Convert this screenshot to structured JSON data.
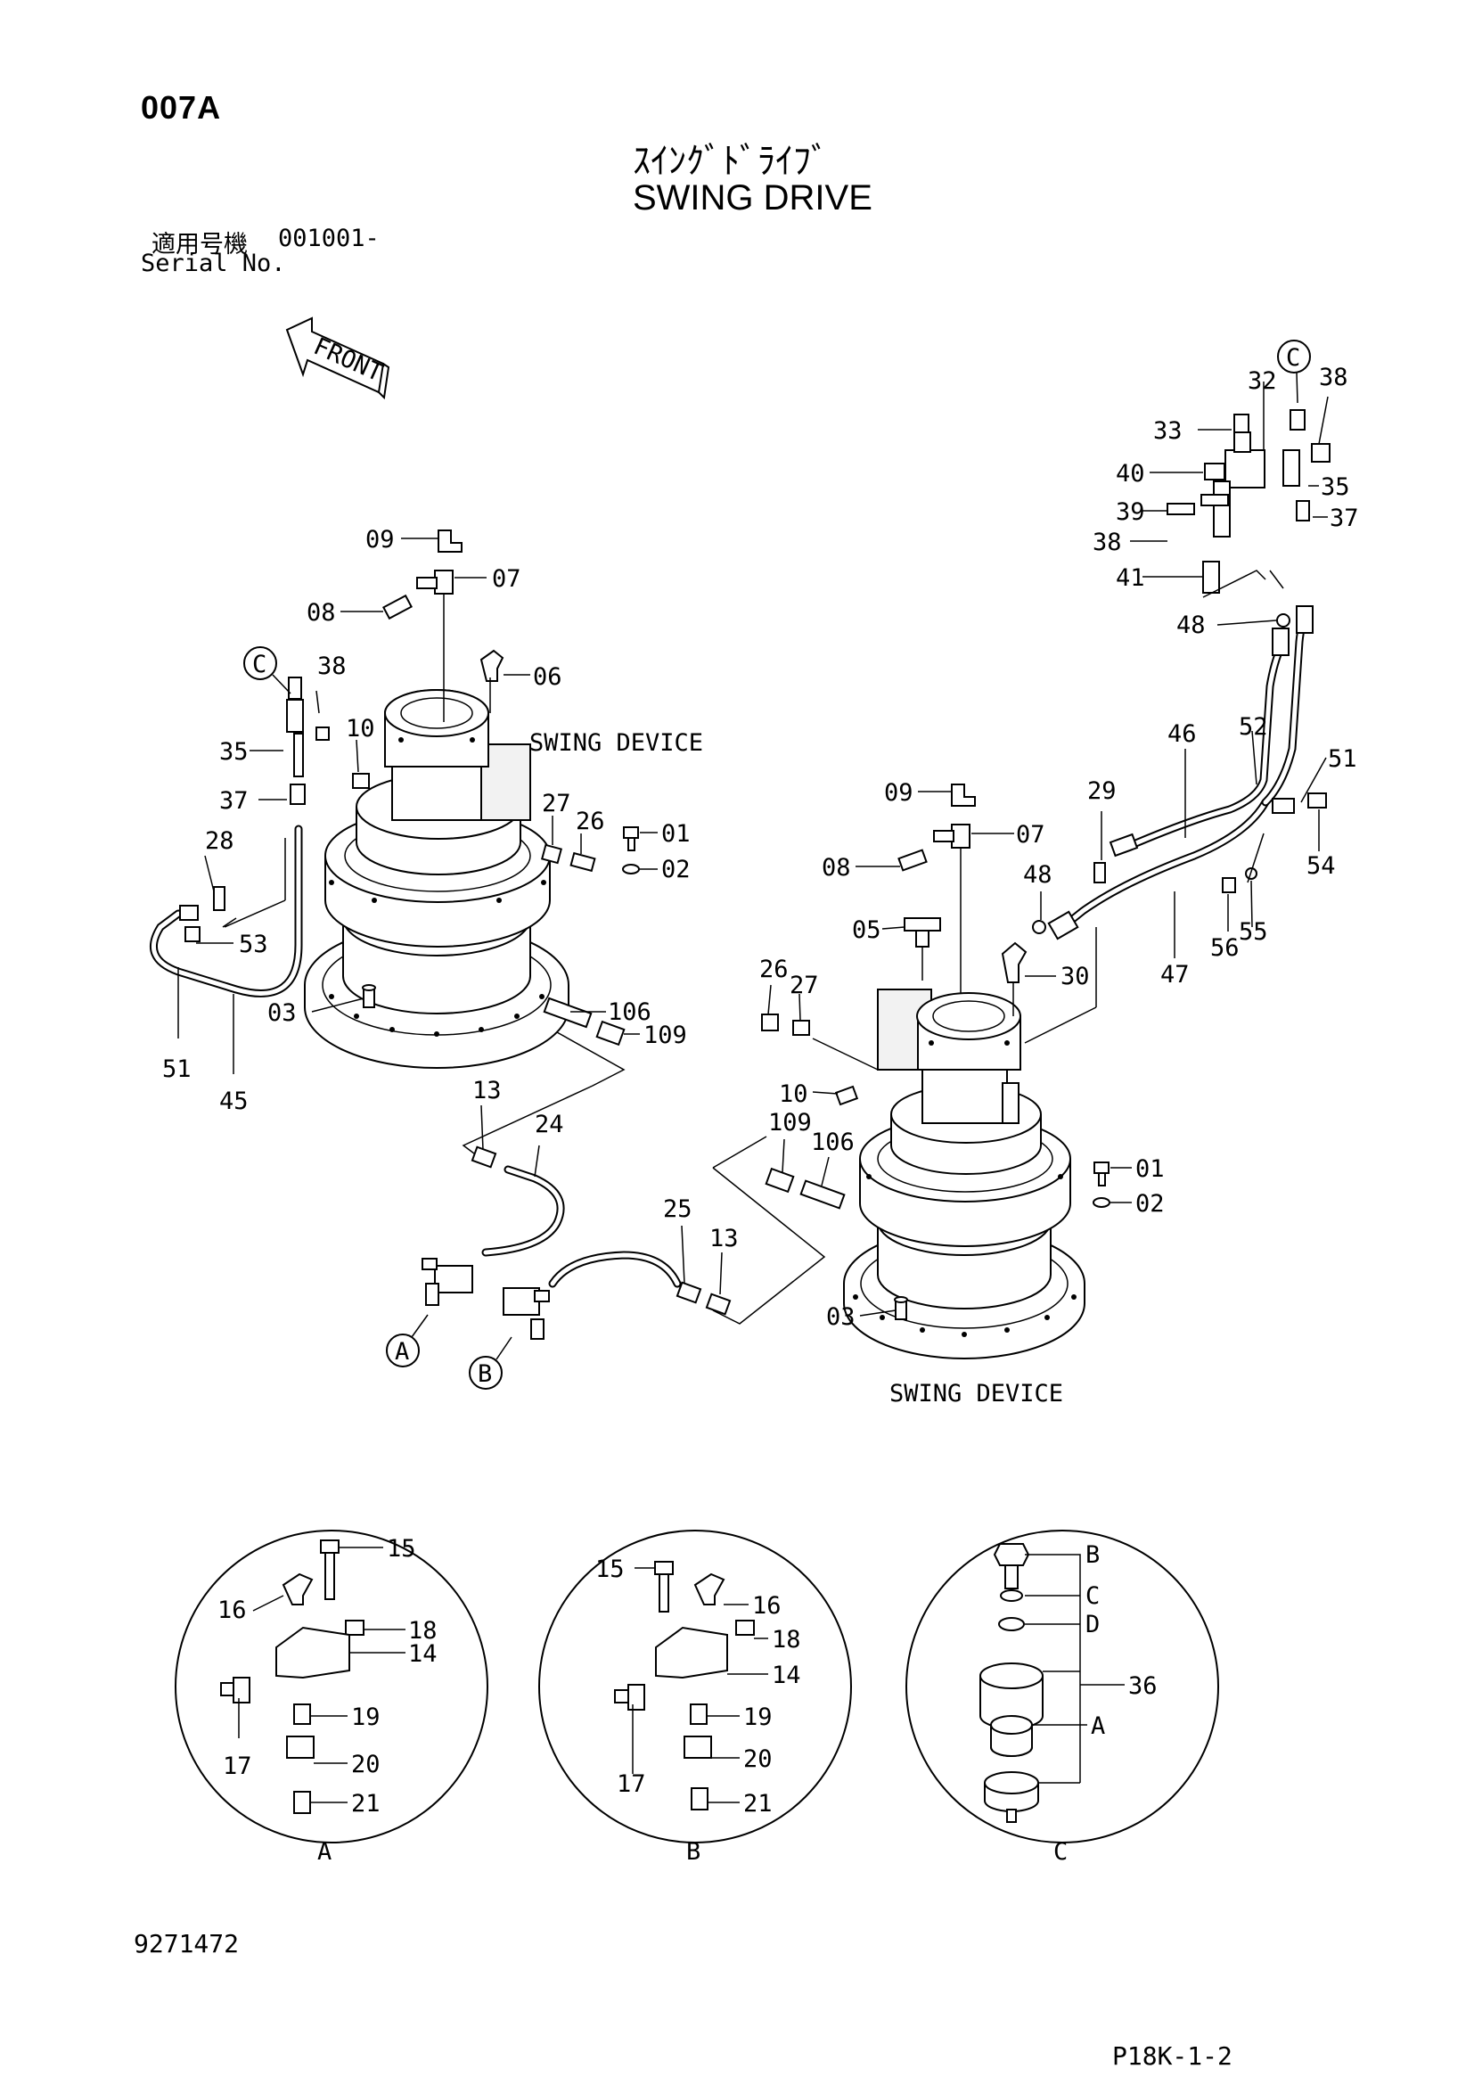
{
  "header": {
    "page_code": "007A",
    "title_jp": "ｽｲﾝｸﾞﾄﾞﾗｲﾌﾞ",
    "title_en": "SWING DRIVE",
    "serial_label_jp": "適用号機",
    "serial_value": "001001-",
    "serial_label_en": "Serial No."
  },
  "labels": {
    "front": "FRONT",
    "swing_device": "SWING DEVICE",
    "ref_a": "A",
    "ref_b": "B",
    "ref_c": "C",
    "detail_a": "A",
    "detail_b": "B",
    "detail_c": "C"
  },
  "callouts": {
    "n01": "01",
    "n02": "02",
    "n03": "03",
    "n05": "05",
    "n06": "06",
    "n07": "07",
    "n08": "08",
    "n09": "09",
    "n10": "10",
    "n13": "13",
    "n14": "14",
    "n15": "15",
    "n16": "16",
    "n17": "17",
    "n18": "18",
    "n19": "19",
    "n20": "20",
    "n21": "21",
    "n24": "24",
    "n25": "25",
    "n26": "26",
    "n27": "27",
    "n28": "28",
    "n29": "29",
    "n30": "30",
    "n32": "32",
    "n33": "33",
    "n35": "35",
    "n36": "36",
    "n37": "37",
    "n38": "38",
    "n39": "39",
    "n40": "40",
    "n41": "41",
    "n45": "45",
    "n46": "46",
    "n47": "47",
    "n48": "48",
    "n51": "51",
    "n52": "52",
    "n53": "53",
    "n54": "54",
    "n55": "55",
    "n56": "56",
    "n106": "106",
    "n109": "109",
    "cB": "B",
    "cC": "C",
    "cD": "D",
    "cA": "A"
  },
  "footer": {
    "document_number": "9271472",
    "page_ref": "P18K-1-2"
  }
}
